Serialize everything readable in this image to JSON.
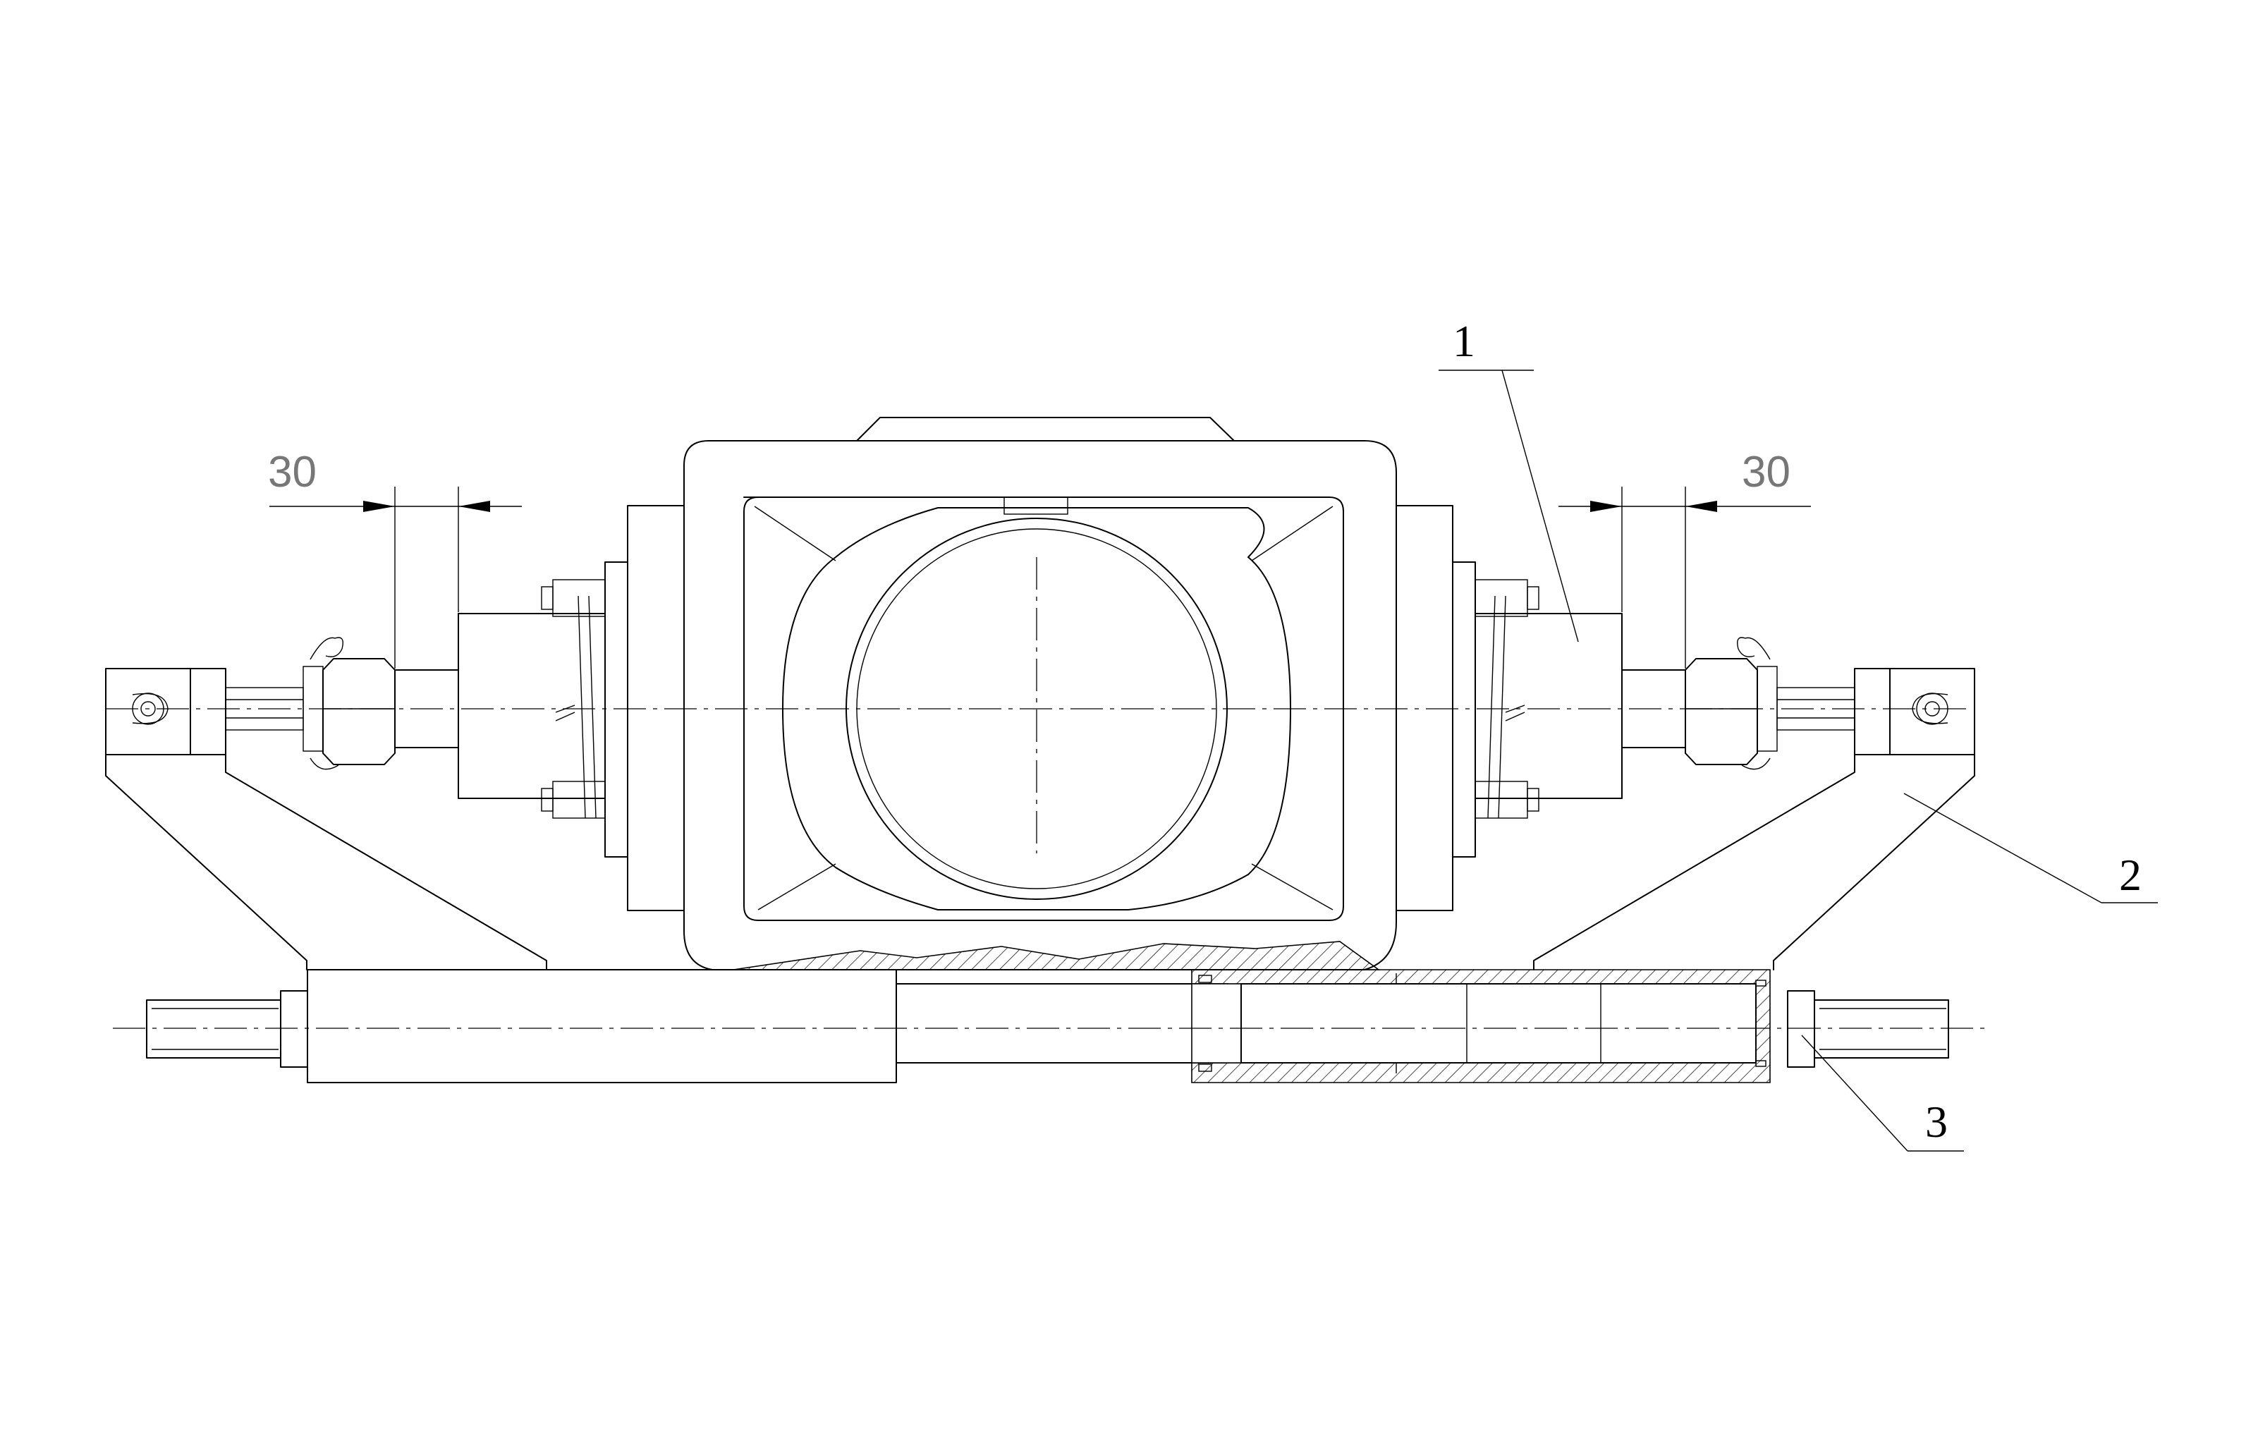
{
  "drawing": {
    "dimensions": {
      "left": "30",
      "right": "30"
    },
    "callouts": [
      {
        "label": "1"
      },
      {
        "label": "2"
      },
      {
        "label": "3"
      }
    ]
  }
}
